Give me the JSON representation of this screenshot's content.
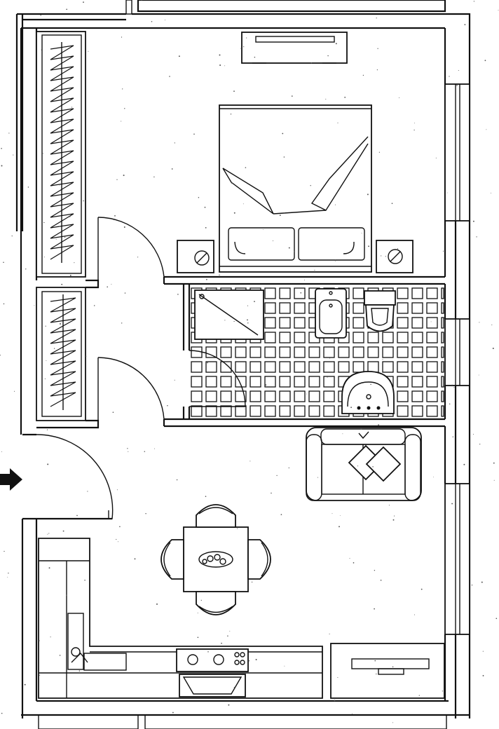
{
  "plan": {
    "type": "apartment-floor-plan",
    "rooms": [
      "bedroom",
      "bathroom",
      "living-dining",
      "kitchen",
      "entrance"
    ],
    "icons": {
      "entrance_arrow": "arrow-right-icon"
    },
    "colors": {
      "ink": "#111111",
      "paper": "#ffffff"
    }
  }
}
